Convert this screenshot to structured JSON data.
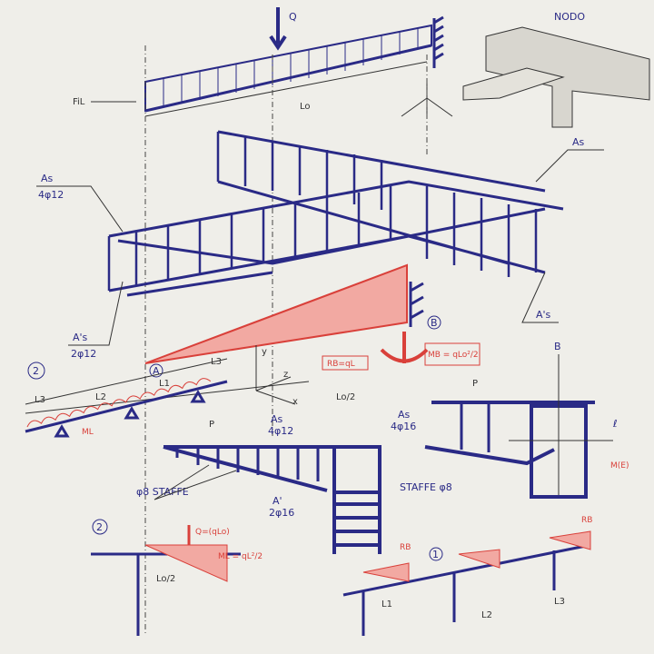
{
  "labels": {
    "load_q": "Q",
    "nodo": "NODO",
    "fil": "FiL",
    "lo": "Lo",
    "as_left": "As",
    "as_left_bars": "4φ12",
    "as_right": "As",
    "a1s_left": "A's",
    "a1s_left_bars": "2φ12",
    "a1s_right": "A's",
    "point_b": "B",
    "point_a": "A",
    "rb": "RB=qL",
    "mb": "MB = qLo²/2",
    "lo_half": "Lo/2",
    "case_2": "2",
    "l3_left": "L3",
    "l2": "L2",
    "l1": "L1",
    "l3_right": "L3",
    "axis_y": "y",
    "axis_z": "z",
    "axis_x": "x",
    "ml": "ML",
    "as_mid": "As",
    "as_mid_bars": "4φ12",
    "pitch_p": "P",
    "staffe_left": "φ8 STAFFE",
    "a1_bottom": "A'",
    "a1_bottom_bars": "2φ16",
    "as_r": "As",
    "as_r_bars": "4φ16",
    "pitch_p2": "P",
    "staffe_right": "STAFFE φ8",
    "section_b": "B",
    "moment_e": "M(E)",
    "case_2b": "2",
    "q_qlo": "Q=(qLo)",
    "ml_formula": "ML = qL²/2",
    "lo_half_b": "Lo/2",
    "case_1": "1",
    "rb2": "RB",
    "rb3": "RB",
    "l1_b": "L1",
    "l2_b": "L2",
    "l3_b": "L3"
  },
  "colors": {
    "ink_blue": "#2a2a86",
    "ink_red": "#d9403a",
    "paper": "#efeee9"
  }
}
